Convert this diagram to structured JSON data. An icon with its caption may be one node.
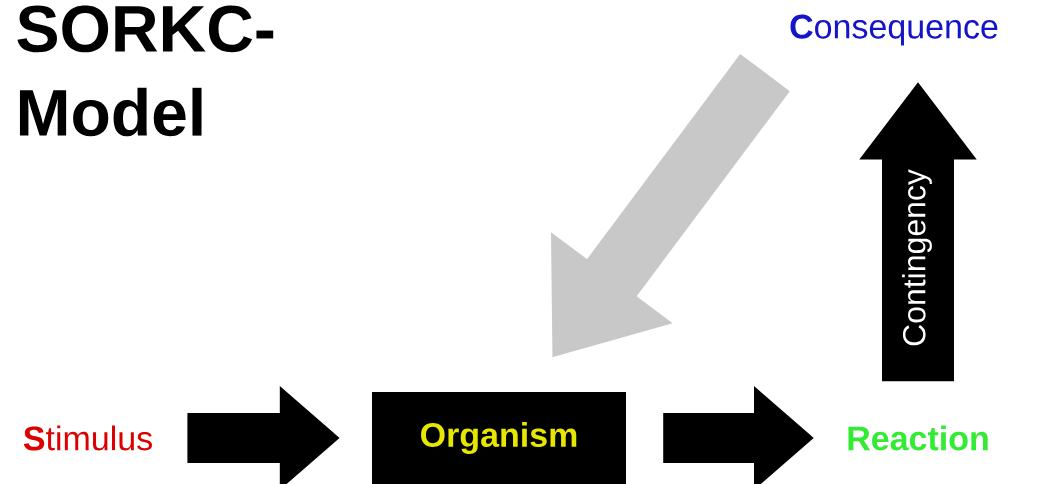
{
  "diagram": {
    "title": "SORKC- Model",
    "nodes": [
      {
        "text": [
          "**S**timulus"
        ]
      },
      {
        "text": [
          "Organism"
        ]
      },
      {
        "text": [
          "Reaction"
        ]
      },
      {
        "text": [
          "**C**onsequence"
        ]
      }
    ],
    "edges": [
      {
        "from": 0,
        "to": 1,
        "arrow": "to"
      },
      {
        "from": 1,
        "to": 2,
        "arrow": "to"
      },
      {
        "from": 2,
        "to": 3,
        "arrow": "to",
        "label": "Contingency"
      },
      {
        "from": 3,
        "to": 1,
        "arrow": "to",
        "color": "#c8c8c8"
      }
    ]
  }
}
